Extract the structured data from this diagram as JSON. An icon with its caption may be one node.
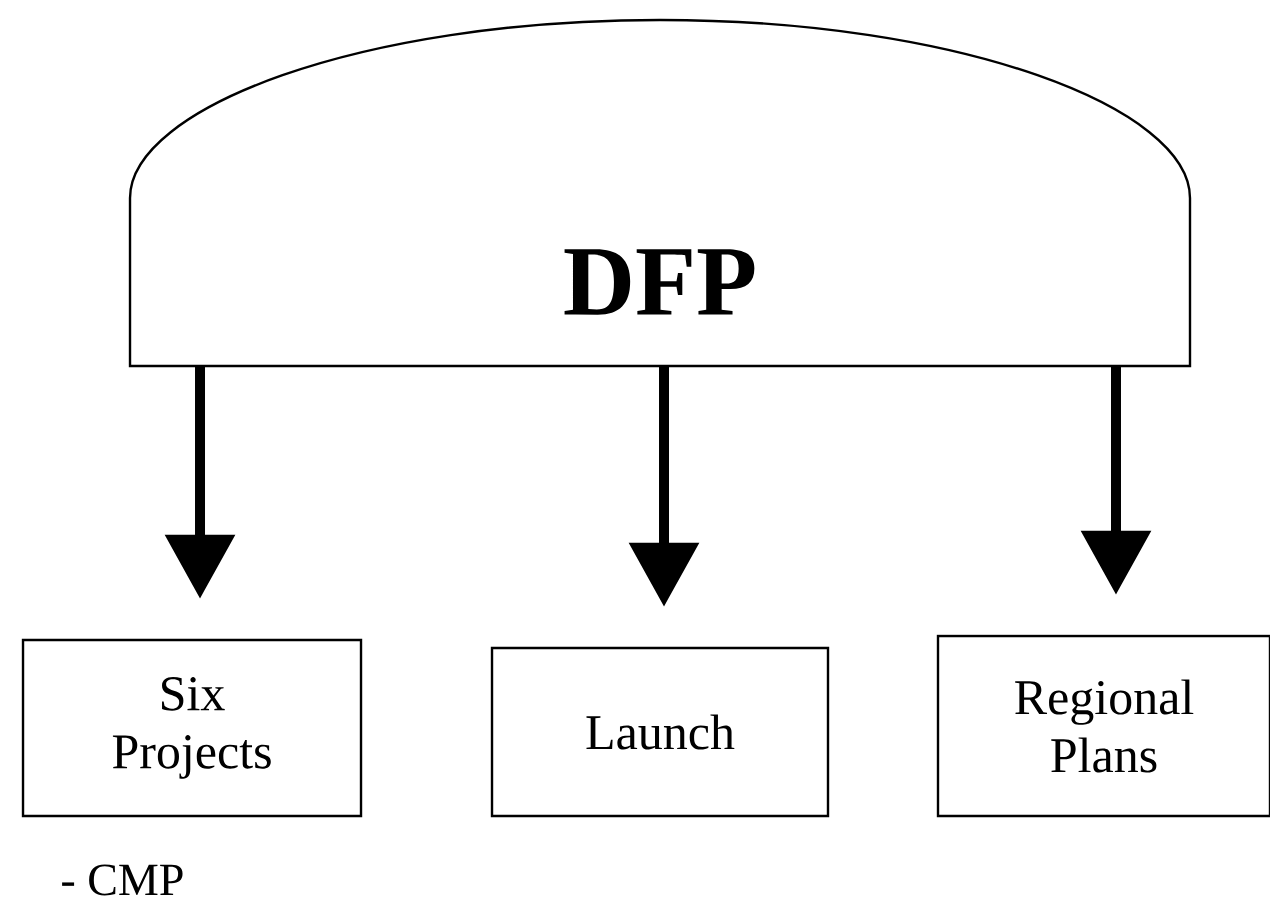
{
  "diagram": {
    "nodes": [
      {
        "text": [
          "DFP"
        ]
      },
      {
        "text": [
          "Six Projects"
        ]
      },
      {
        "text": [
          "Launch"
        ]
      },
      {
        "text": [
          "Regional Plans"
        ]
      }
    ],
    "edges": [
      {
        "from": 0,
        "to": 1,
        "arrow": "to"
      },
      {
        "from": 0,
        "to": 2,
        "arrow": "to"
      },
      {
        "from": 0,
        "to": 3,
        "arrow": "to"
      }
    ],
    "labels": [
      "- CMP"
    ]
  }
}
